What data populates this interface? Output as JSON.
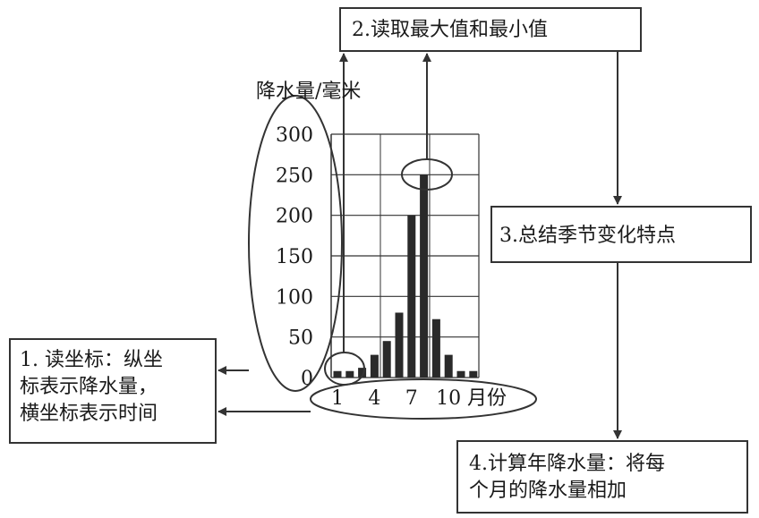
{
  "chart_data": {
    "type": "bar",
    "ylabel": "降水量/毫米",
    "xlabel": "月份",
    "ylim": [
      0,
      300
    ],
    "yticks": [
      "0",
      "50",
      "100",
      "150",
      "200",
      "250",
      "300"
    ],
    "xticks": [
      {
        "month": 1,
        "label": "1"
      },
      {
        "month": 4,
        "label": "4"
      },
      {
        "month": 7,
        "label": "7"
      },
      {
        "month": 10,
        "label": "10"
      }
    ],
    "categories": [
      1,
      2,
      3,
      4,
      5,
      6,
      7,
      8,
      9,
      10,
      11,
      12
    ],
    "values": [
      8,
      8,
      12,
      28,
      45,
      80,
      200,
      250,
      72,
      28,
      8,
      8
    ],
    "grid": true,
    "bar_color": "#2a2a2a"
  },
  "steps": {
    "step1": {
      "lines": [
        "1. 读坐标：纵坐",
        "标表示降水量，",
        "横坐标表示时间"
      ]
    },
    "step2": {
      "text": "2.读取最大值和最小值"
    },
    "step3": {
      "text": "3.总结季节变化特点"
    },
    "step4": {
      "lines": [
        "4.计算年降水量：将每",
        "个月的降水量相加"
      ]
    }
  },
  "colors": {
    "ink": "#1a1a1a",
    "frame": "#333333"
  }
}
